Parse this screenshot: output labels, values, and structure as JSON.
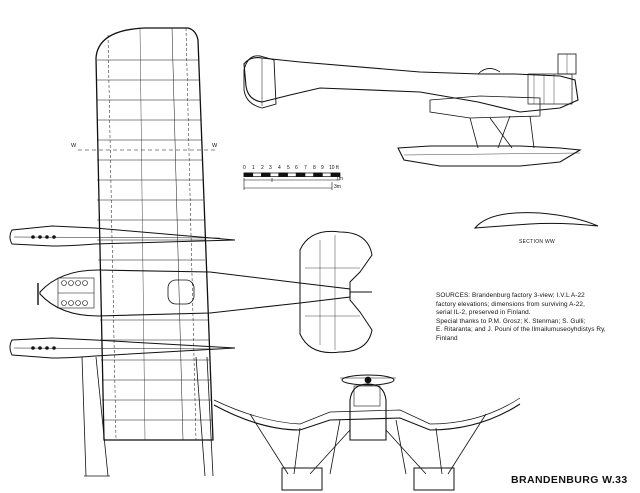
{
  "drawing": {
    "title": "BRANDENBURG W.33",
    "section_label": "SECTION WW",
    "section_mark": "W",
    "scale": {
      "numbers": [
        "0",
        "1",
        "2",
        "3",
        "4",
        "5",
        "6",
        "7",
        "8",
        "9",
        "10 ft"
      ],
      "metric_lower": [
        "1m",
        "3m"
      ]
    },
    "sources": [
      "SOURCES: Brandenburg factory 3-view; I.V.L A-22",
      "factory elevations; dimensions from surviving A-22,",
      "serial IL-2, preserved in Finland.",
      "Special thanks to P.M. Grosz; K. Stenman; S. Gulli;",
      "E. Ritaranta; and J. Pouni of the Ilmailumuseoyhdistys Ry,",
      "Finland"
    ]
  }
}
